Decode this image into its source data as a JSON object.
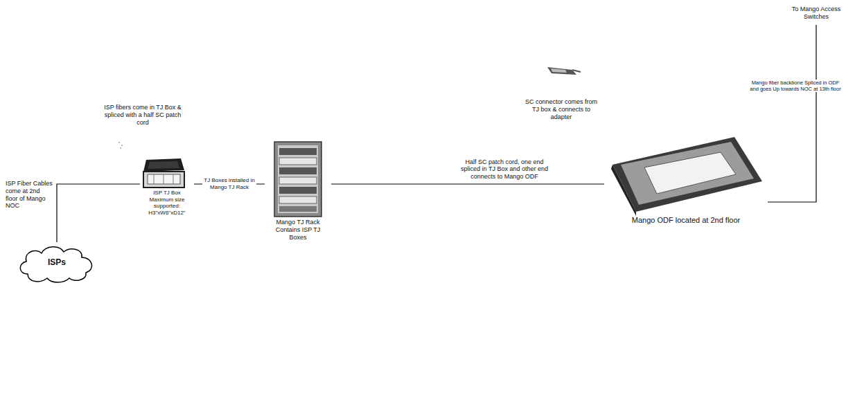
{
  "diagram": {
    "nodes": [
      {
        "text": [
          "ISPs"
        ]
      },
      {
        "text": [
          "ISP TJ Box Maximum size supported: H3\"xW6\"xD12\""
        ]
      },
      {
        "text": [
          "Mango TJ Rack Contains ISP TJ Boxes"
        ]
      },
      {
        "text": [
          "Mango ODF located at 2nd floor"
        ]
      }
    ],
    "edges": [
      {
        "from": 0,
        "to": 1,
        "label": "ISP Fiber Cables come at 2nd floor of Mango NOC",
        "arrow": "none"
      },
      {
        "from": 1,
        "to": 2,
        "label": "TJ Boxes installed in Mango TJ Rack",
        "arrow": "none"
      },
      {
        "from": 2,
        "to": 3,
        "label": "Half SC patch cord, one end spliced in TJ Box and other end connects to Mango ODF",
        "arrow": "none"
      }
    ],
    "labels": [
      "ISP fibers come in TJ Box & spliced with a half SC patch cord",
      "SC connector comes from TJ box & connects to adapter",
      "Mango fiber backbone Spliced in ODF and goes Up towards NOC at 13th floor",
      "To Mango Access Switches"
    ]
  }
}
